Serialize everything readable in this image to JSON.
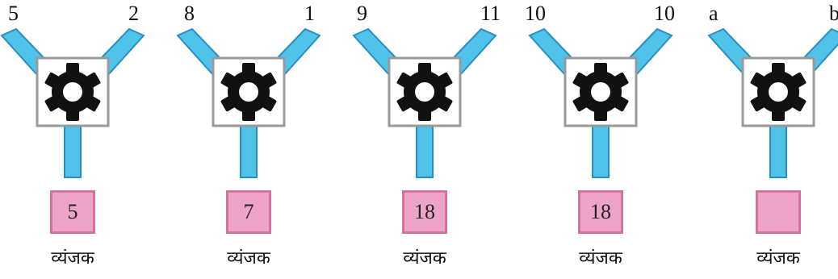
{
  "machines": [
    {
      "left_input": "5",
      "right_input": "2",
      "output": "5",
      "caption": "व्यंजक"
    },
    {
      "left_input": "8",
      "right_input": "1",
      "output": "7",
      "caption": "व्यंजक"
    },
    {
      "left_input": "9",
      "right_input": "11",
      "output": "18",
      "caption": "व्यंजक"
    },
    {
      "left_input": "10",
      "right_input": "10",
      "output": "18",
      "caption": "व्यंजक"
    },
    {
      "left_input": "a",
      "right_input": "b",
      "output": "",
      "caption": "व्यंजक"
    }
  ],
  "colors": {
    "pipe_fill": "#4fc3ea",
    "pipe_stroke": "#2a8fbf",
    "gear_box_stroke": "#9a9a9a",
    "gear": "#111111",
    "output_fill": "#eea4c8",
    "output_stroke": "#d2739b"
  },
  "icons": {
    "machine_gear": "gear-icon"
  }
}
